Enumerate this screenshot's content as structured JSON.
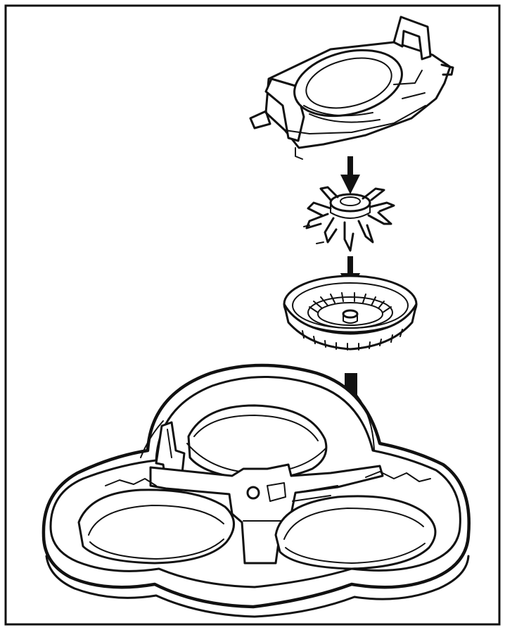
{
  "colors": {
    "background": "#ffffff",
    "line": "#111111",
    "frame": "#111111"
  },
  "parts": [
    {
      "id": "retaining-frame",
      "icon": "retaining-frame-icon"
    },
    {
      "id": "cutter",
      "icon": "cutter-icon"
    },
    {
      "id": "shaving-guard",
      "icon": "shaving-guard-icon"
    },
    {
      "id": "shaving-unit-holder",
      "icon": "shaving-unit-holder-icon"
    }
  ],
  "arrows": [
    {
      "from": "retaining-frame",
      "to": "cutter"
    },
    {
      "from": "cutter",
      "to": "shaving-guard"
    },
    {
      "from": "shaving-guard",
      "to": "shaving-unit-holder"
    }
  ]
}
